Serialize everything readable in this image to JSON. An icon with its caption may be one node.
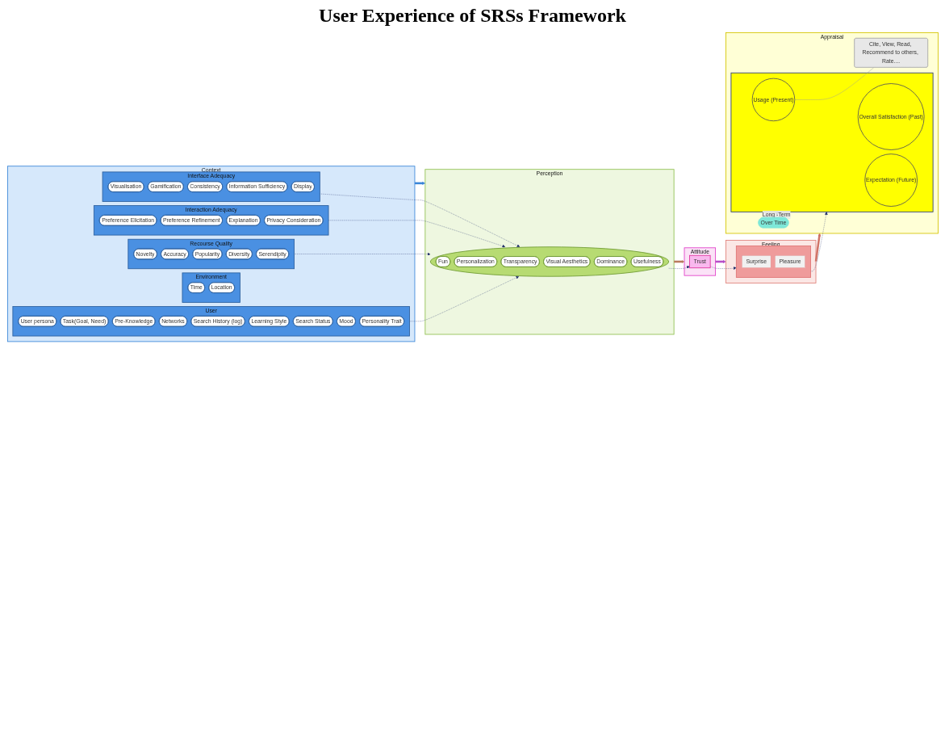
{
  "diagram": {
    "title": "User Experience of SRSs Framework",
    "nodes": [
      {
        "text": [
          "Context"
        ]
      },
      {
        "text": [
          "User"
        ],
        "in": 0
      },
      {
        "text": [
          "User persona"
        ],
        "in": 1
      },
      {
        "text": [
          "Task(Goal, Need)"
        ],
        "in": 1
      },
      {
        "text": [
          "Pre-Knowledge"
        ],
        "in": 1
      },
      {
        "text": [
          "Networks"
        ],
        "in": 1
      },
      {
        "text": [
          "Search History (log)"
        ],
        "in": 1
      },
      {
        "text": [
          "Learning Style"
        ],
        "in": 1
      },
      {
        "text": [
          "Search Status"
        ],
        "in": 1
      },
      {
        "text": [
          "Mood"
        ],
        "in": 1
      },
      {
        "text": [
          "Personality Trait"
        ],
        "in": 1
      },
      {
        "text": [
          "Environment"
        ],
        "in": 0
      },
      {
        "text": [
          "Time"
        ],
        "in": 11
      },
      {
        "text": [
          "Location"
        ],
        "in": 11
      },
      {
        "text": [
          "Recourse Quality"
        ],
        "in": 0
      },
      {
        "text": [
          "Novelty"
        ],
        "in": 14
      },
      {
        "text": [
          "Accuracy"
        ],
        "in": 14
      },
      {
        "text": [
          "Popularity"
        ],
        "in": 14
      },
      {
        "text": [
          "Diversity"
        ],
        "in": 14
      },
      {
        "text": [
          "Serendipity"
        ],
        "in": 14
      },
      {
        "text": [
          "Interaction Adequacy"
        ],
        "in": 0
      },
      {
        "text": [
          "Preference Elicitation"
        ],
        "in": 20
      },
      {
        "text": [
          "Preference Refinement"
        ],
        "in": 20
      },
      {
        "text": [
          "Explanation"
        ],
        "in": 20
      },
      {
        "text": [
          "Privacy Consideration"
        ],
        "in": 20
      },
      {
        "text": [
          "Interface Adequacy"
        ],
        "in": 0
      },
      {
        "text": [
          "Visualisation"
        ],
        "in": 25
      },
      {
        "text": [
          "Gamification"
        ],
        "in": 25
      },
      {
        "text": [
          "Consistency"
        ],
        "in": 25
      },
      {
        "text": [
          "Information Sufficiency"
        ],
        "in": 25
      },
      {
        "text": [
          "Display"
        ],
        "in": 25
      },
      {
        "text": [
          "Perception"
        ]
      },
      {
        "text": [],
        "shape": "ellipse",
        "in": 31
      },
      {
        "text": [
          "Fun"
        ],
        "in": 32
      },
      {
        "text": [
          "Personalization"
        ],
        "in": 32
      },
      {
        "text": [
          "Transparency"
        ],
        "in": 32
      },
      {
        "text": [
          "Visual Aesthetics"
        ],
        "in": 32
      },
      {
        "text": [
          "Dominance"
        ],
        "in": 32
      },
      {
        "text": [
          "Usefulness"
        ],
        "in": 32
      },
      {
        "text": [
          "Attitude"
        ]
      },
      {
        "text": [
          "Trust"
        ],
        "in": 39
      },
      {
        "text": [
          "Feeling"
        ]
      },
      {
        "text": [],
        "shape": "box",
        "in": 41
      },
      {
        "text": [
          "Surprise"
        ],
        "in": 42
      },
      {
        "text": [
          "Pleasure"
        ],
        "in": 42
      },
      {
        "text": [
          "Appraisal"
        ]
      },
      {
        "text": [
          "Over Time"
        ],
        "in": 45
      },
      {
        "text": [],
        "shape": "box",
        "in": 45
      },
      {
        "text": [
          "Overall Satisfaction (Past)"
        ],
        "in": 47
      },
      {
        "text": [
          "Usage (Present)"
        ],
        "in": 47
      },
      {
        "text": [
          "Expectation (Future)"
        ],
        "in": 47
      },
      {
        "text": [
          "Cite, View, Read, Recommend to others, Rate...."
        ],
        "in": 45
      }
    ],
    "edges": [
      {
        "from": 0,
        "to": 31,
        "arrow": "to",
        "style": "thick",
        "color": "#3a86d8"
      },
      {
        "from": 31,
        "to": 39,
        "arrow": "to",
        "style": "thick",
        "color": "#b97a5e"
      },
      {
        "from": 39,
        "to": 41,
        "arrow": "to",
        "style": "thick",
        "color": "#b64fc8"
      },
      {
        "from": 41,
        "to": 45,
        "arrow": "to",
        "style": "thick",
        "color": "#d07468"
      },
      {
        "from": 1,
        "to": 32,
        "arrow": "to",
        "style": "dashed"
      },
      {
        "from": 14,
        "to": 32,
        "arrow": "to",
        "style": "dashed"
      },
      {
        "from": 20,
        "to": 32,
        "arrow": "to",
        "style": "dashed"
      },
      {
        "from": 25,
        "to": 32,
        "arrow": "to",
        "style": "dashed"
      },
      {
        "from": 32,
        "to": 40,
        "arrow": "to",
        "style": "dashed"
      },
      {
        "from": 40,
        "to": 42,
        "arrow": "to",
        "style": "dashed"
      },
      {
        "from": 42,
        "to": 47,
        "arrow": "to",
        "style": "dashed"
      },
      {
        "from": 46,
        "to": 47,
        "label": "Long -Term",
        "arrow": "to",
        "style": "dashed"
      },
      {
        "from": 49,
        "to": 51,
        "arrow": "none",
        "color": "#999999"
      }
    ]
  }
}
